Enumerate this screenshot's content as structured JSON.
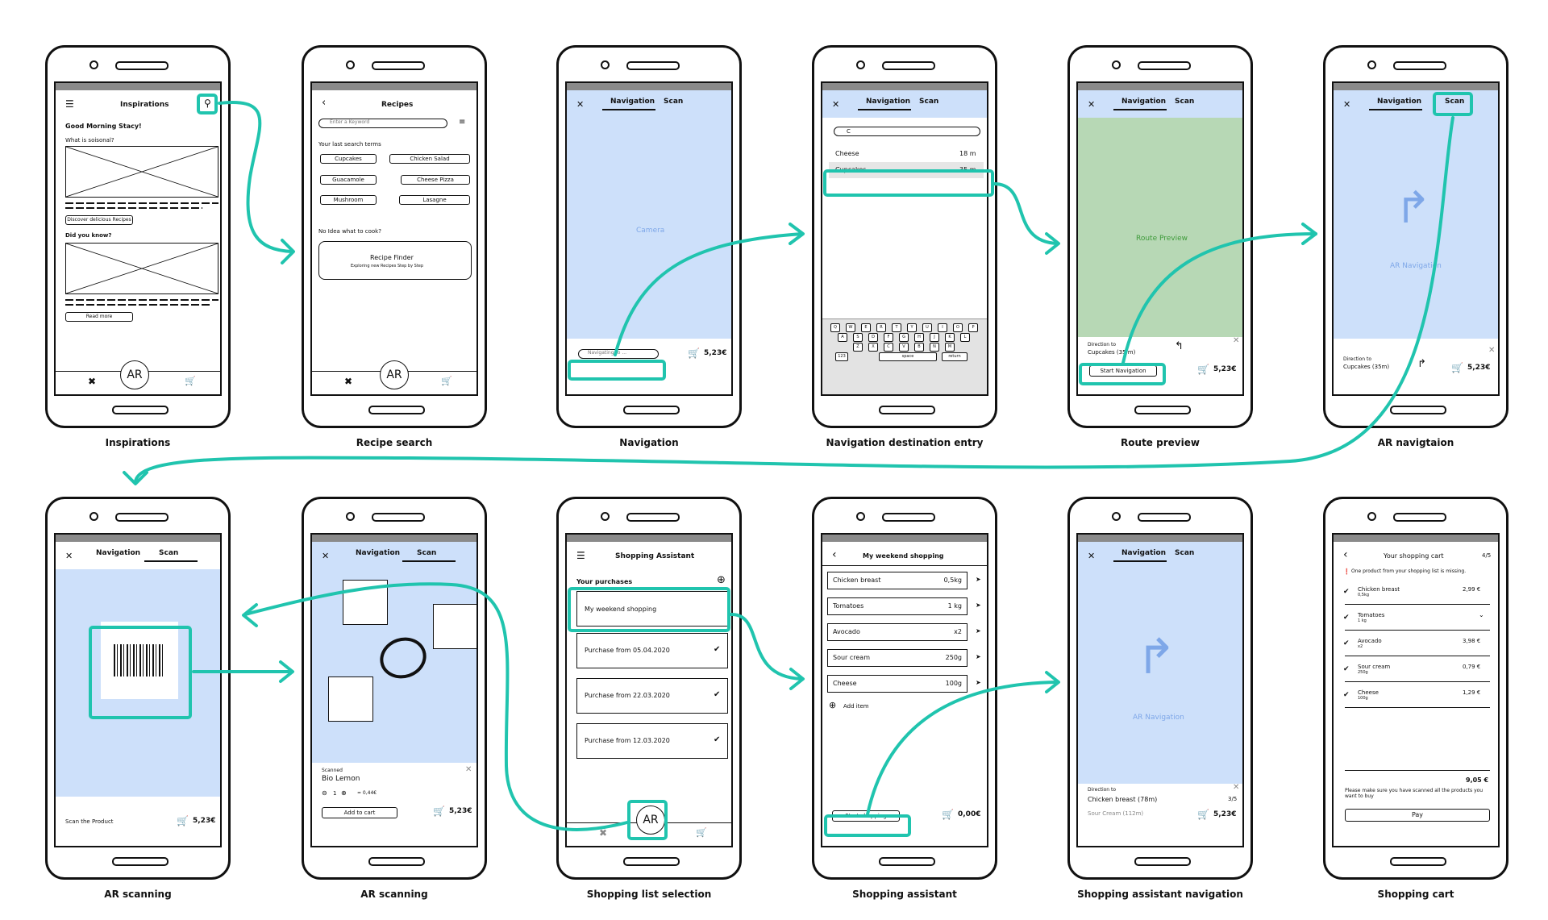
{
  "colors": {
    "accent": "#20c4ae",
    "screen_blue": "#cde0fa",
    "route_green": "#b7d8b5"
  },
  "captions": [
    "Inspirations",
    "Recipe search",
    "Navigation",
    "Navigation destination entry",
    "Route preview",
    "AR navigtaion",
    "AR scanning",
    "AR scanning",
    "Shopping list selection",
    "Shopping assistant",
    "Shopping assistant navigation",
    "Shopping cart"
  ],
  "inspirations": {
    "title": "Inspirations",
    "greeting": "Good Morning Stacy!",
    "seasonal": "What is soisonal?",
    "discover": "Discover delicious Recipes",
    "didyouknow": "Did you know?",
    "readmore": "Read more",
    "ar": "AR"
  },
  "recipes": {
    "title": "Recipes",
    "placeholder": "Enter a Keyword",
    "last_terms": "Your last search terms",
    "terms": [
      "Cupcakes",
      "Chicken Salad",
      "Guacamole",
      "Cheese Pizza",
      "Mushroom",
      "Lasagne"
    ],
    "noidea": "No Idea what to cook?",
    "finder_title": "Recipe Finder",
    "finder_sub": "Exploring new Recipes Step by Step",
    "ar": "AR"
  },
  "tabs": {
    "navigation": "Navigation",
    "scan": "Scan"
  },
  "nav": {
    "camera": "Camera",
    "placeholder": "Navigating to ...",
    "price": "5,23€"
  },
  "dest": {
    "query": "C",
    "items": [
      {
        "name": "Cheese",
        "dist": "18 m"
      },
      {
        "name": "Cupcakes",
        "dist": "35 m"
      }
    ],
    "keys_row1": [
      "Q",
      "W",
      "E",
      "R",
      "T",
      "Y",
      "U",
      "I",
      "O",
      "P"
    ],
    "keys_row2": [
      "A",
      "S",
      "D",
      "F",
      "G",
      "H",
      "J",
      "K",
      "L"
    ],
    "keys_row3": [
      "Z",
      "X",
      "C",
      "V",
      "B",
      "N",
      "M"
    ],
    "num": "123",
    "space": "space",
    "ret": "return"
  },
  "route": {
    "preview": "Route Preview",
    "direction": "Direction to",
    "target": "Cupcakes (35 m)",
    "start": "Start Navigation",
    "price": "5,23€"
  },
  "arnav": {
    "label": "AR Navigation",
    "direction": "Direction to",
    "target": "Cupcakes (35m)",
    "price": "5,23€"
  },
  "arscan1": {
    "scan_label": "Scan the Product",
    "price": "5,23€"
  },
  "arscan2": {
    "scanned": "Scanned",
    "product": "Bio Lemon",
    "qty": "1",
    "unit_price": "= 0,44€",
    "add": "Add to cart",
    "price": "5,23€"
  },
  "listsel": {
    "title": "Shopping Assistant",
    "purchases": "Your purchases",
    "lists": [
      "My weekend shopping",
      "Purchase from 05.04.2020",
      "Purchase from 22.03.2020",
      "Purchase from 12.03.2020"
    ],
    "ar": "AR"
  },
  "assistant": {
    "title": "My weekend shopping",
    "items": [
      {
        "name": "Chicken breast",
        "qty": "0,5kg"
      },
      {
        "name": "Tomatoes",
        "qty": "1 kg"
      },
      {
        "name": "Avocado",
        "qty": "x2"
      },
      {
        "name": "Sour cream",
        "qty": "250g"
      },
      {
        "name": "Cheese",
        "qty": "100g"
      }
    ],
    "add": "Add item",
    "start": "Start shopping",
    "price": "0,00€"
  },
  "asnav": {
    "label": "AR Navigation",
    "direction": "Direction to",
    "target": "Chicken breast (78m)",
    "step": "3/5",
    "next": "Sour Cream (112m)",
    "price": "5,23€"
  },
  "cart": {
    "title": "Your shopping cart",
    "count": "4/5",
    "missing": "One product from your shopping list is missing.",
    "items": [
      {
        "name": "Chicken breast",
        "sub": "0,5kg",
        "price": "2,99 €"
      },
      {
        "name": "Tomatoes",
        "sub": "1 kg",
        "price": ""
      },
      {
        "name": "Avocado",
        "sub": "x2",
        "price": "3,98 €"
      },
      {
        "name": "Sour cream",
        "sub": "250g",
        "price": "0,79 €"
      },
      {
        "name": "Cheese",
        "sub": "100g",
        "price": "1,29 €"
      }
    ],
    "total": "9,05 €",
    "note": "Please make sure you have scanned all the products you want to buy",
    "pay": "Pay"
  }
}
